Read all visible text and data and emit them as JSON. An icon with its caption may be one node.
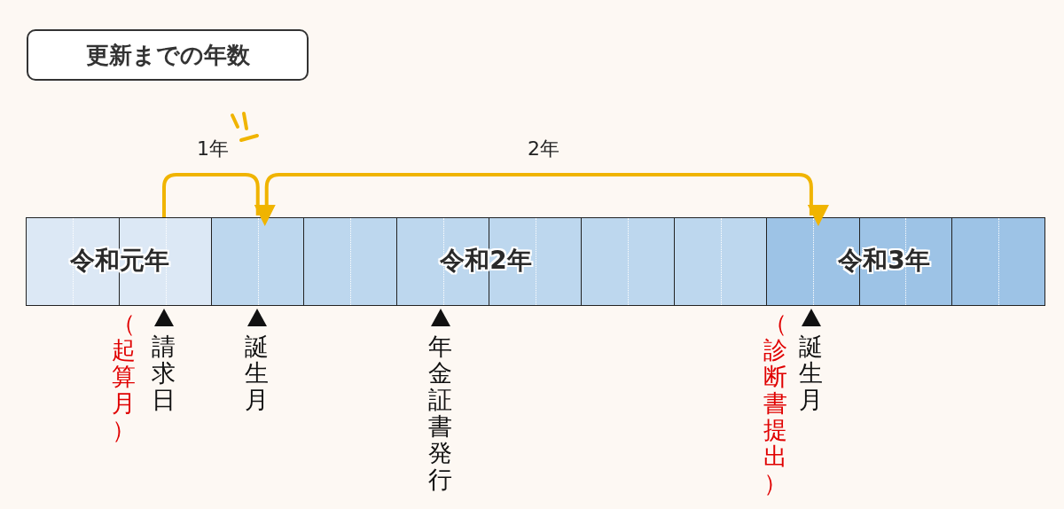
{
  "diagram": {
    "title": "更新までの年数",
    "nodes": [
      {
        "text": [
          "令和元年"
        ]
      },
      {
        "text": [
          "令和2年"
        ]
      },
      {
        "text": [
          "令和3年"
        ]
      }
    ],
    "edges": [
      {
        "from": 0,
        "to": 1,
        "arrow": "to",
        "label": "1年"
      },
      {
        "from": 1,
        "to": 2,
        "arrow": "to",
        "label": "2年"
      }
    ],
    "labels": [
      "（起算月）",
      "請求日",
      "誕生月",
      "年金証書発行",
      "（診断書提出）",
      "誕生月"
    ]
  }
}
